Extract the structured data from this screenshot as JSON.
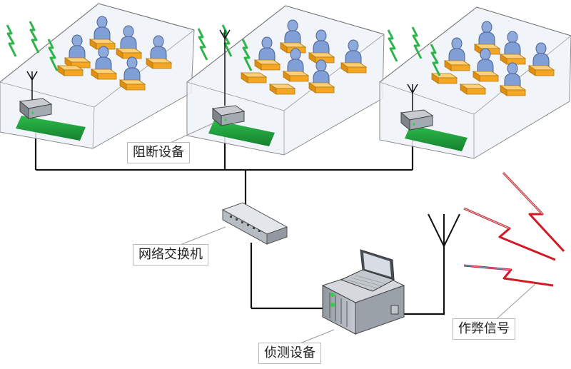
{
  "labels": {
    "blocker": "阻断设备",
    "switch": "网络交换机",
    "detector": "侦测设备",
    "cheat_signal": "作弊信号"
  },
  "rooms": [
    {
      "id": "room-1"
    },
    {
      "id": "room-2"
    },
    {
      "id": "room-3"
    }
  ],
  "colors": {
    "cable": "#111111",
    "desk": "#f5a623",
    "person": "#7f9fd6",
    "floor_strip": "#1f9e3a",
    "wireless": "#2fb34a",
    "cheat_signal": "#e0202a",
    "room_fill": "#eef2f8"
  }
}
